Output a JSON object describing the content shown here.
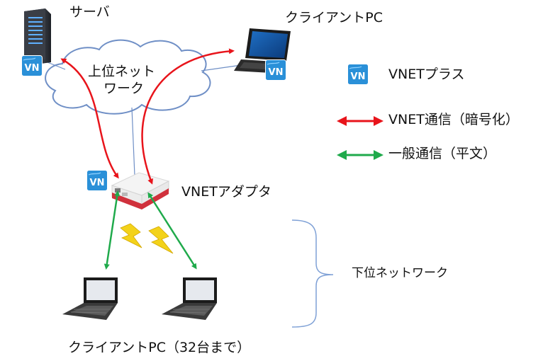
{
  "labels": {
    "server": "サーバ",
    "client_pc_top": "クライアントPC",
    "upper_network_line1": "上位ネット",
    "upper_network_line2": "ワーク",
    "vnet_adapter": "VNETアダプタ",
    "lower_network": "下位ネットワーク",
    "client_pc_bottom": "クライアントPC（32台まで）"
  },
  "legend": {
    "items": [
      {
        "icon": "vnet-plus-icon",
        "label": "VNETプラス"
      },
      {
        "icon": "red-double-arrow",
        "label": "VNET通信（暗号化）",
        "color": "#e8141b"
      },
      {
        "icon": "green-double-arrow",
        "label": "一般通信（平文）",
        "color": "#1faa4b"
      }
    ]
  },
  "vnet_badge_text": "VN",
  "colors": {
    "encrypted": "#e8141b",
    "plain": "#1faa4b",
    "badge": "#2a90d8",
    "cloud_stroke": "#6f8fc6",
    "bracket": "#7fa1d6",
    "lightning": "#f3d21a"
  }
}
